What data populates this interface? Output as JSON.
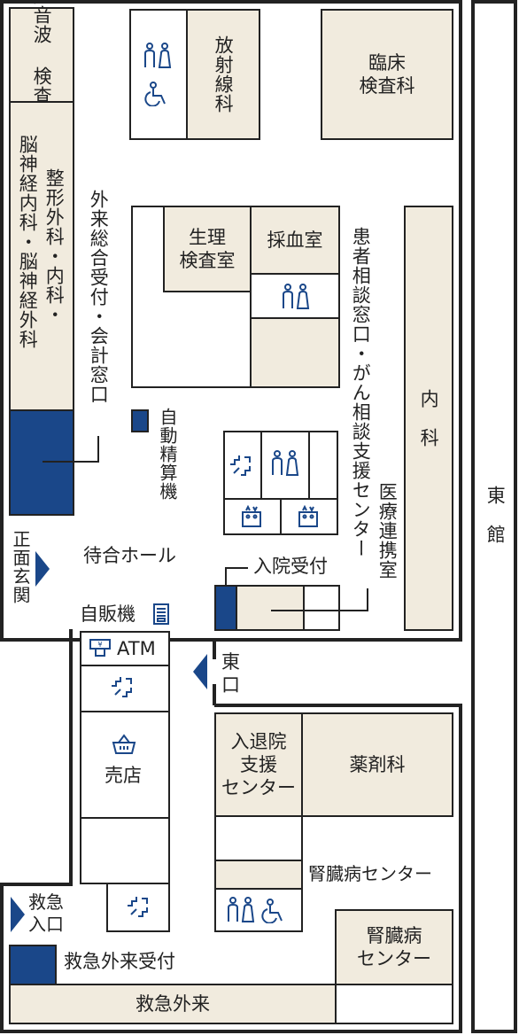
{
  "colors": {
    "navy": "#1a4789",
    "beige": "#f1ebde",
    "line": "#222222",
    "icon_blue": "#1a4789"
  },
  "rooms": {
    "ultrasound": "超音波\n検査室",
    "neuro_surgery": "脳神経内科・脳神経外科",
    "orthopedics": "整形外科・内科・",
    "radiology": "放射線科",
    "clinical_lab": "臨床\n検査科",
    "physiology_lab": "生理\n検査室",
    "blood_draw": "採血室",
    "internal_med": "内　科",
    "pharmacy": "薬剤科",
    "admission_center": "入退院\n支援\nセンター",
    "kidney_center_label": "腎臓病センター",
    "kidney_center_room": "腎臓病\nセンター",
    "emergency_outpatient": "救急外来",
    "shop": "売店",
    "atm": "ATM"
  },
  "labels": {
    "reception_accounting": "外来総合受付・会計窓口",
    "auto_payment": "自動精算機",
    "consultation": "患者相談窓口・がん相談支援センター",
    "medical_liaison": "医療連携室",
    "waiting_hall": "待合ホール",
    "main_entrance": "正面玄関",
    "vending_machine": "自販機",
    "admission_reception": "入院受付",
    "east_entrance": "東口",
    "east_building": "東　館",
    "emergency_entrance": "救急入口",
    "emergency_reception": "救急外来受付"
  },
  "icons": {
    "restroom": "restroom-icon",
    "wheelchair": "wheelchair-icon",
    "stairs": "stairs-icon",
    "elevator": "elevator-icon",
    "atm": "atm-icon",
    "shop": "shopping-basket-icon",
    "vending": "vending-machine-icon",
    "arrow": "arrow-right-icon"
  }
}
